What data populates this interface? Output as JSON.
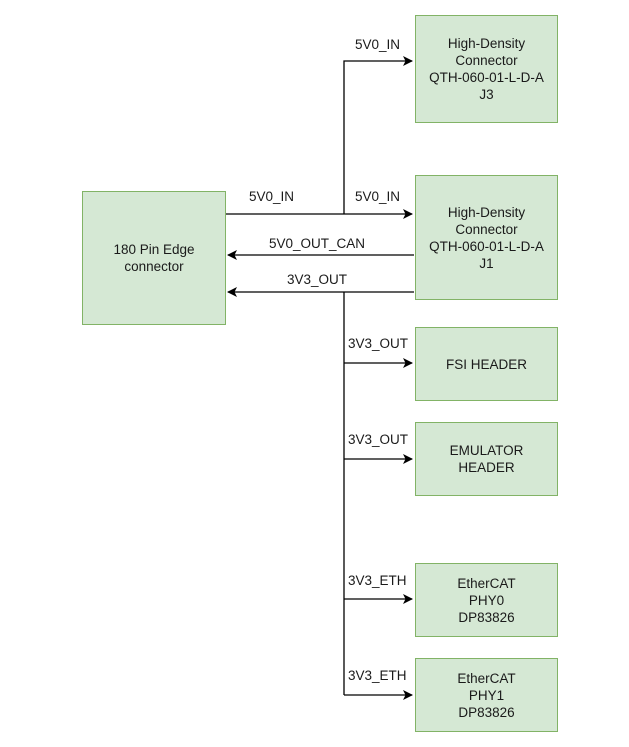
{
  "blocks": {
    "edge": {
      "lines": [
        "180 Pin Edge",
        "connector"
      ]
    },
    "j3": {
      "lines": [
        "High-Density",
        "Connector",
        "QTH-060-01-L-D-A",
        "J3"
      ]
    },
    "j1": {
      "lines": [
        "High-Density",
        "Connector",
        "QTH-060-01-L-D-A",
        "J1"
      ]
    },
    "fsi": {
      "lines": [
        "FSI HEADER"
      ]
    },
    "emu": {
      "lines": [
        "EMULATOR",
        "HEADER"
      ]
    },
    "phy0": {
      "lines": [
        "EtherCAT",
        "PHY0",
        "DP83826"
      ]
    },
    "phy1": {
      "lines": [
        "EtherCAT",
        "PHY1",
        "DP83826"
      ]
    }
  },
  "signals": {
    "j3_in": "5V0_IN",
    "edge_in": "5V0_IN",
    "j1_in": "5V0_IN",
    "out_can": "5V0_OUT_CAN",
    "out_3v3": "3V3_OUT",
    "fsi": "3V3_OUT",
    "emu": "3V3_OUT",
    "phy0": "3V3_ETH",
    "phy1": "3V3_ETH"
  },
  "colors": {
    "box_fill": "#d5e8d4",
    "box_stroke": "#82b366",
    "line": "#000000"
  }
}
